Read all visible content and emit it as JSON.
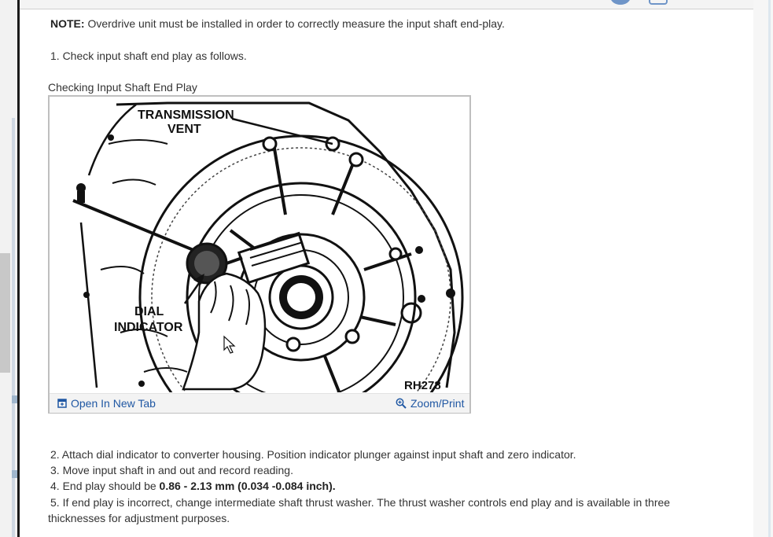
{
  "note": {
    "label": "NOTE:",
    "text": " Overdrive unit must be installed in order to correctly measure the input shaft end-play."
  },
  "steps": {
    "step1": "1. Check input shaft end play as follows.",
    "step2": "2. Attach dial indicator to converter housing. Position indicator plunger against input shaft and zero indicator.",
    "step3": "3. Move input shaft in and out and record reading.",
    "step4_prefix": "4. End play should be ",
    "step4_value": "0.86 - 2.13 mm (0.034 -0.084 inch).",
    "step5_line1": "5. If end play is incorrect, change intermediate shaft thrust washer. The thrust washer controls end play and is available in three",
    "step5_line2": "thicknesses for adjustment purposes."
  },
  "figure": {
    "caption": "Checking Input Shaft End Play",
    "label_vent_1": "TRANSMISSION",
    "label_vent_2": "VENT",
    "label_dial_1": "DIAL",
    "label_dial_2": "INDICATOR",
    "code": "RH278",
    "open_tab": "Open In New Tab",
    "zoom_print": "Zoom/Print"
  },
  "icons": {
    "open_tab_icon": "external-window-icon",
    "zoom_icon": "magnifier-plus-icon"
  },
  "colors": {
    "link": "#1f57a3",
    "accent": "#6f95c8"
  }
}
